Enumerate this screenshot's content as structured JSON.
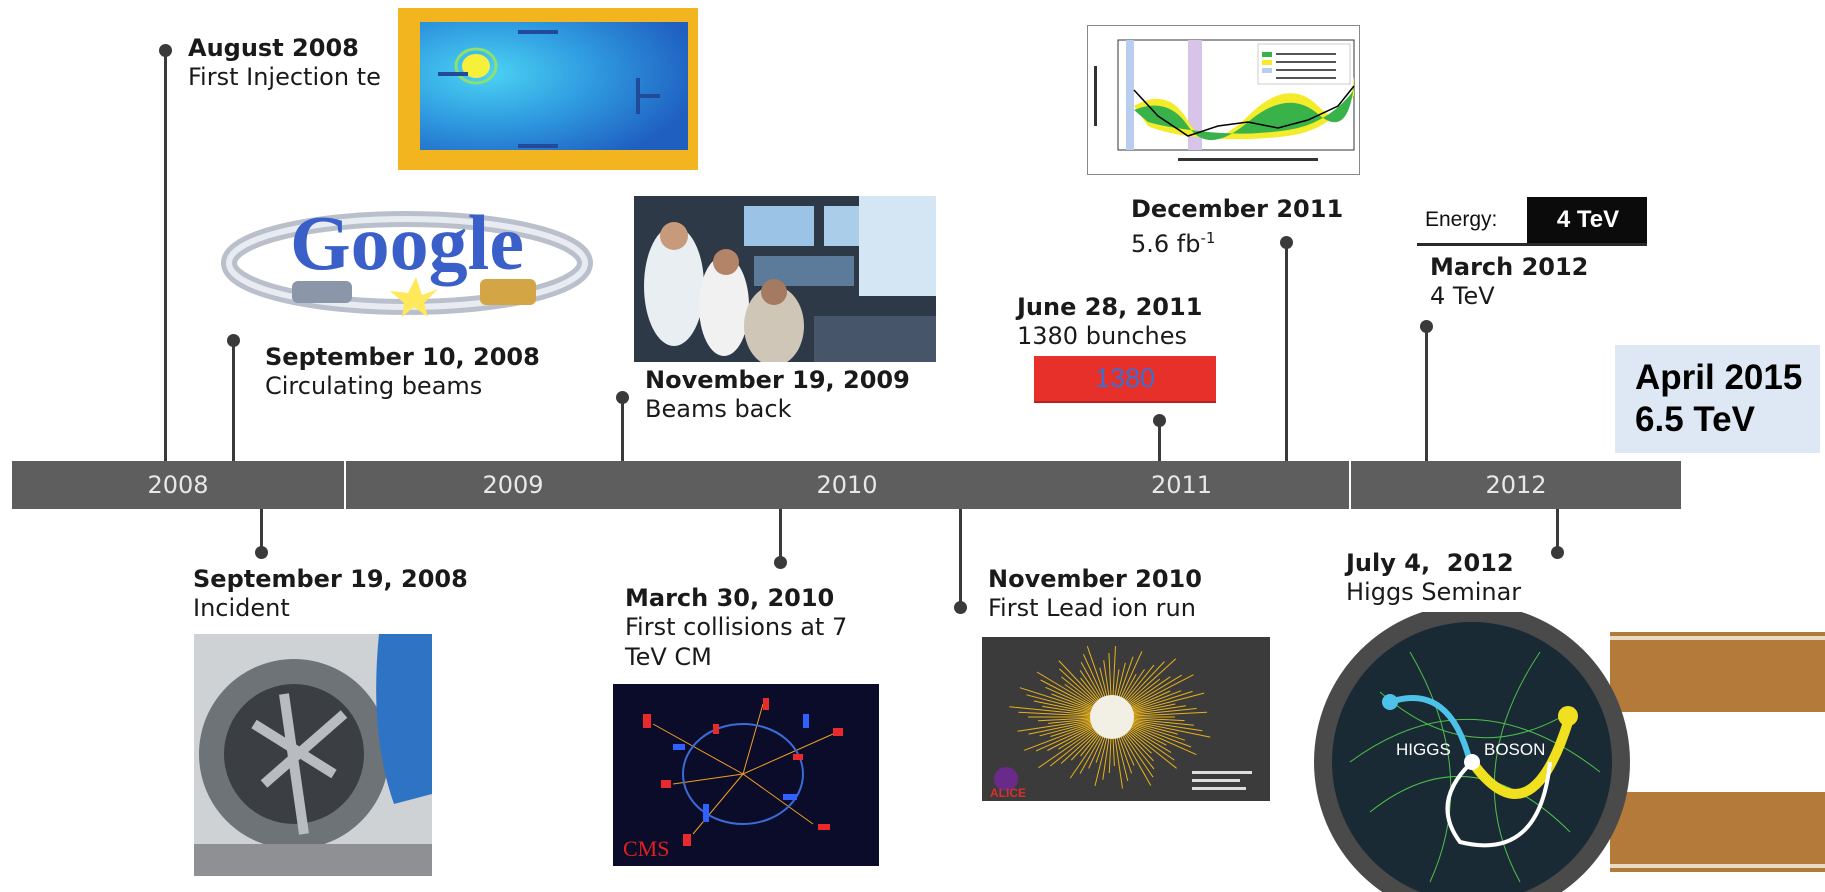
{
  "timeline": {
    "years": [
      "2008",
      "2009",
      "2010",
      "2011",
      "2012"
    ]
  },
  "events": {
    "aug2008": {
      "date": "August 2008",
      "desc": "First Injection te"
    },
    "sep10_2008": {
      "date": "September 10, 2008",
      "desc": "Circulating beams"
    },
    "sep19_2008": {
      "date": "September 19, 2008",
      "desc": "Incident"
    },
    "nov2009": {
      "date": "November 19, 2009",
      "desc": "Beams back"
    },
    "mar2010": {
      "date": "March 30, 2010",
      "desc": "First collisions at 7 TeV CM"
    },
    "nov2010": {
      "date": "November 2010",
      "desc": "First Lead ion run"
    },
    "jun2011": {
      "date": "June 28, 2011",
      "desc": "1380 bunches"
    },
    "dec2011": {
      "date": "December 2011",
      "desc_main": "5.6 fb",
      "desc_sup": "-1"
    },
    "mar2012": {
      "date": "March 2012",
      "desc": "4 TeV"
    },
    "jul2012": {
      "date": "July 4,  2012",
      "desc": "Higgs Seminar"
    }
  },
  "badges": {
    "bunches": "1380",
    "energy_label": "Energy:",
    "energy_value": "4 TeV"
  },
  "images": {
    "google_logo": "Google",
    "cms_label": "CMS",
    "alice_label": "ALICE",
    "watch_left": "HIGGS",
    "watch_right": "BOSON"
  },
  "callout": {
    "line1": "April 2015",
    "line2": "6.5 TeV"
  },
  "colors": {
    "timeline": "#5e5e5e",
    "badge_red": "#e8302a",
    "callout_bg": "#dde8f4"
  }
}
